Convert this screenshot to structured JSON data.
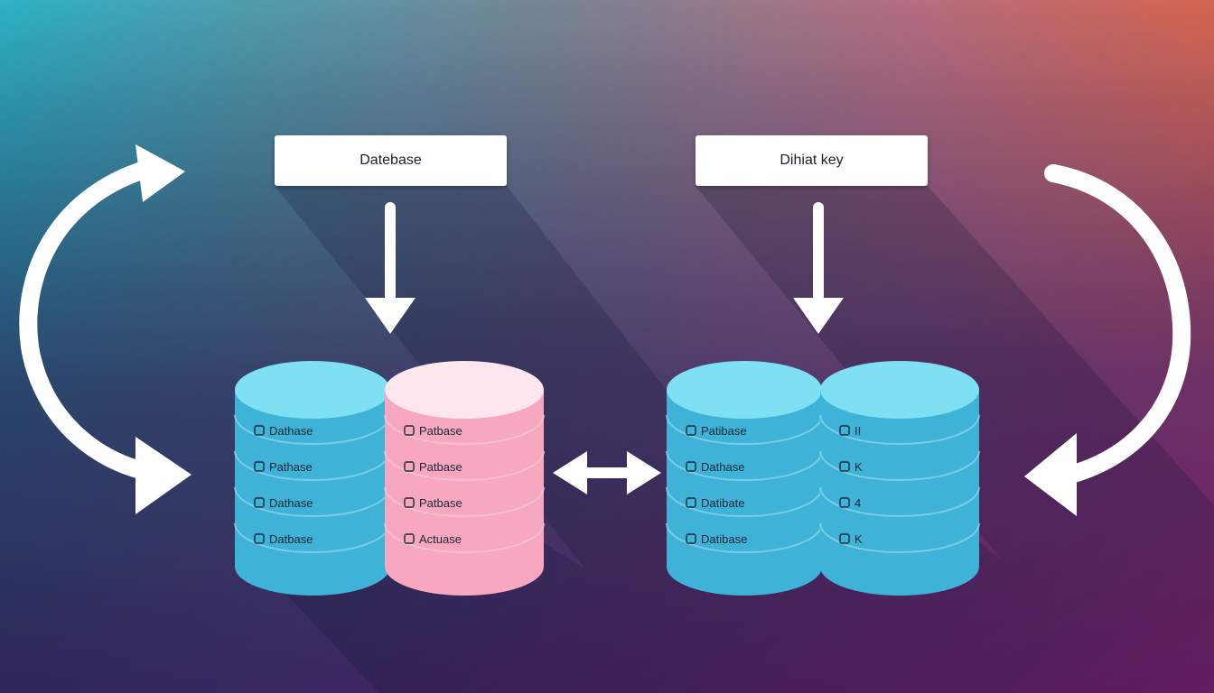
{
  "labels": {
    "left": "Datebase",
    "right": "Dihiat key"
  },
  "cylinders": [
    {
      "id": "a",
      "color": "blue",
      "rows": [
        "Dathase",
        "Pathase",
        "Dathase",
        "Datbase"
      ]
    },
    {
      "id": "b",
      "color": "pink",
      "rows": [
        "Patbase",
        "Patbase",
        "Patbase",
        "Actuase"
      ]
    },
    {
      "id": "c",
      "color": "blue",
      "rows": [
        "Patibase",
        "Dathase",
        "Datibate",
        "Datibase"
      ]
    },
    {
      "id": "d",
      "color": "blue",
      "rows": [
        "II",
        "K",
        "4",
        "K"
      ]
    }
  ],
  "colors": {
    "background": [
      "#2eb6c8",
      "#2a4f72",
      "#263058",
      "#8c2e86",
      "#f4764c"
    ],
    "cylinder_blue_body": "#3fb2d8",
    "cylinder_blue_top": "#7ee0f2",
    "cylinder_pink_body": "#f7a8bf",
    "cylinder_pink_top": "#fde6ee",
    "arrow": "#ffffff"
  },
  "icons": [
    "checkbox-icon",
    "down-arrow-icon",
    "double-arrow-icon",
    "curved-arrow-icon"
  ]
}
